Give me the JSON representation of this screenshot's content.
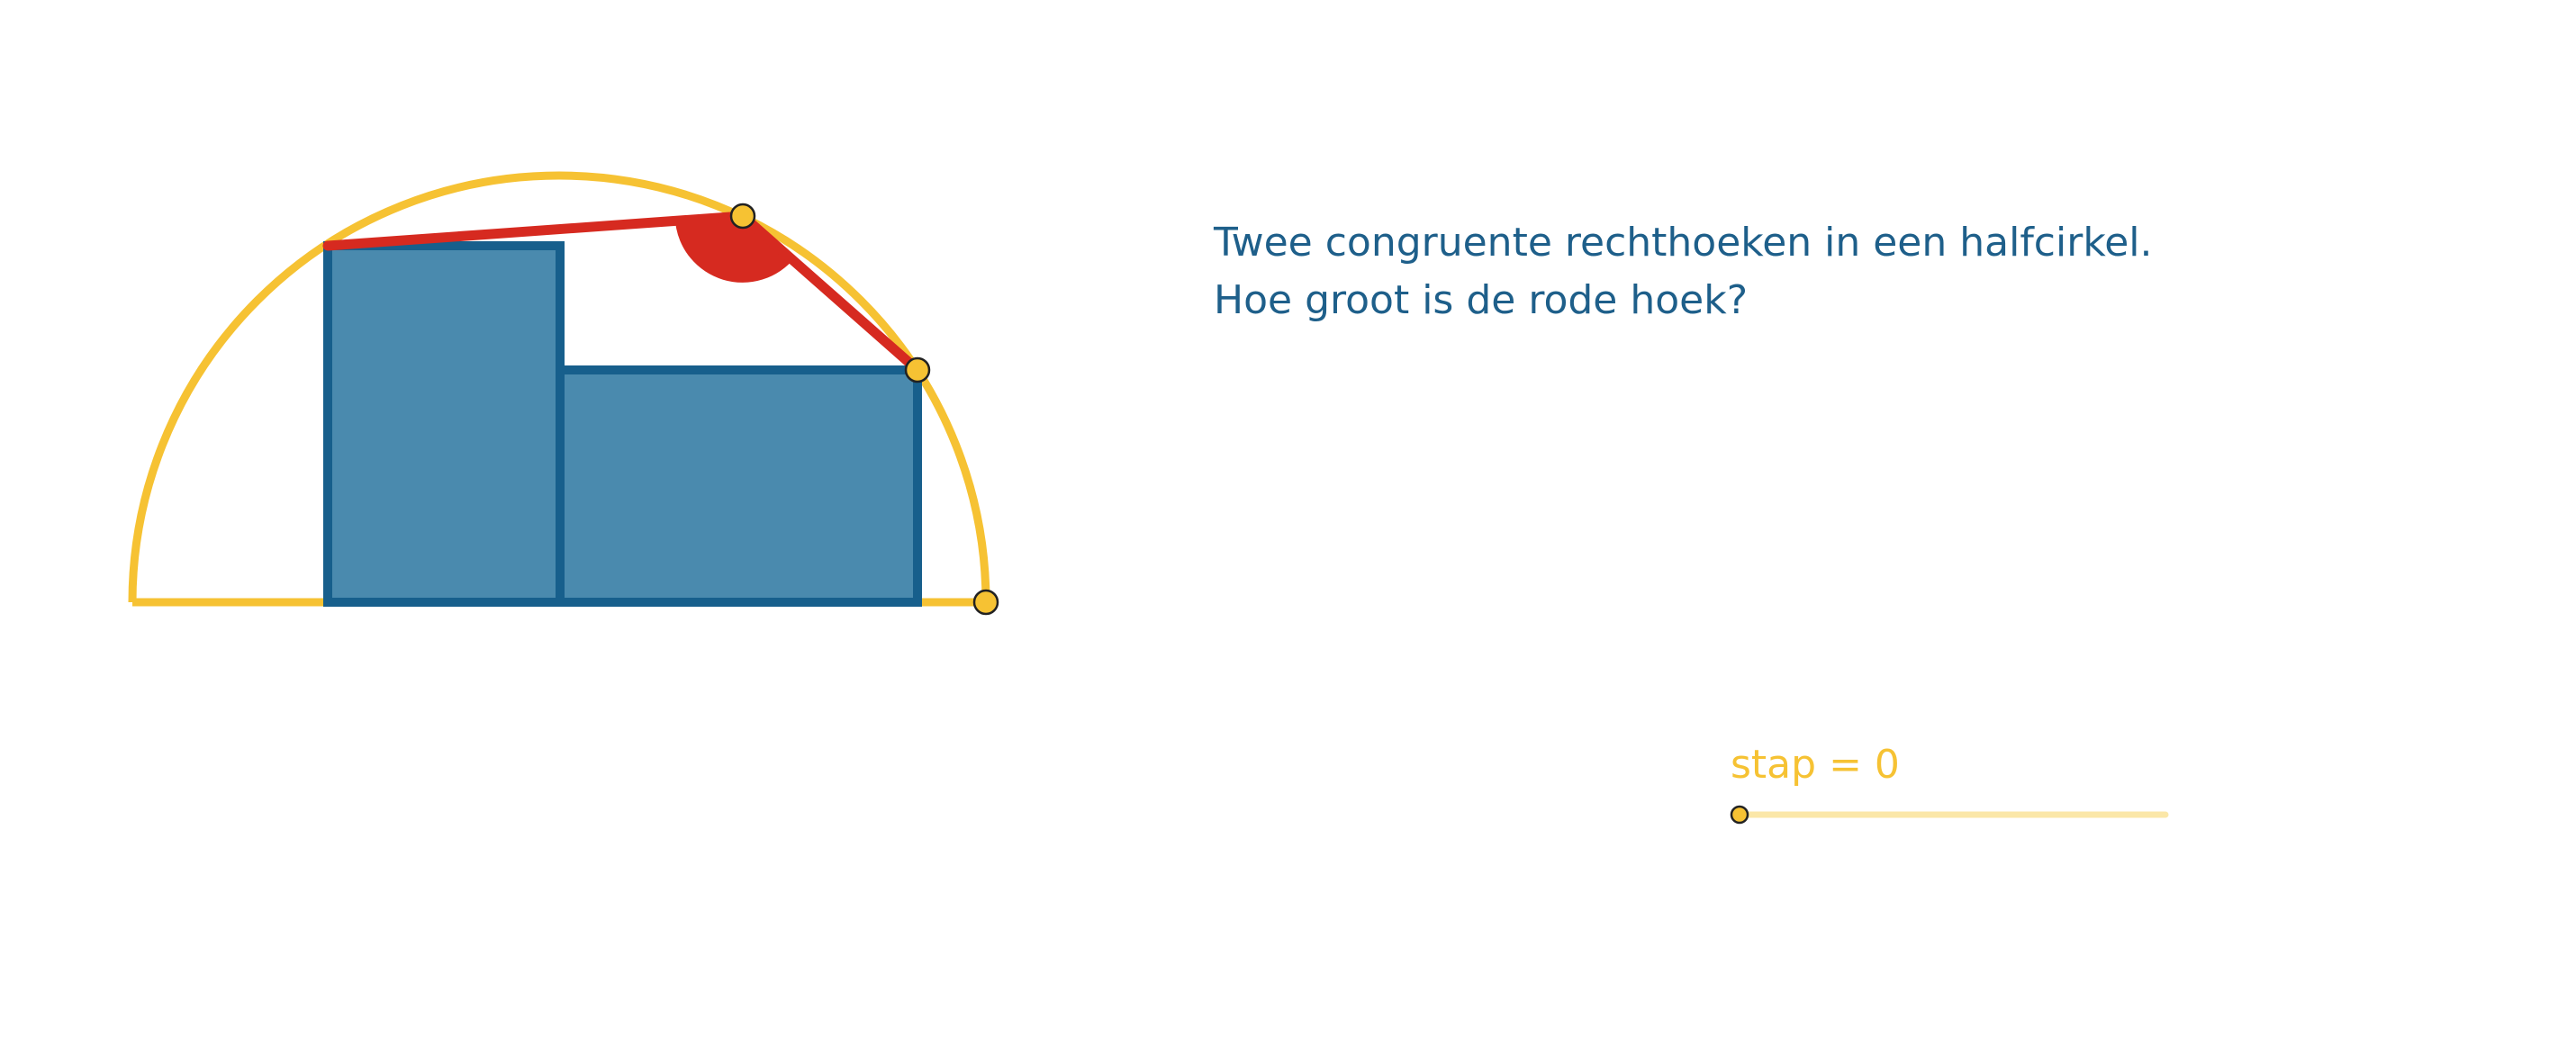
{
  "prompt": {
    "line1": "Twee congruente rechthoeken in een halfcirkel.",
    "line2": "Hoe groot is de rode hoek?"
  },
  "slider": {
    "name": "stap",
    "equals": " = ",
    "value": 0,
    "min": 0,
    "max": 1
  },
  "colors": {
    "text": "#1e5f8a",
    "circle": "#f6c233",
    "rect_fill": "#4a8aae",
    "rect_stroke": "#175f8c",
    "angle": "#d62a20",
    "slider_track": "#fbe7a8",
    "point_fill": "#f6c233",
    "point_stroke": "#222222"
  }
}
